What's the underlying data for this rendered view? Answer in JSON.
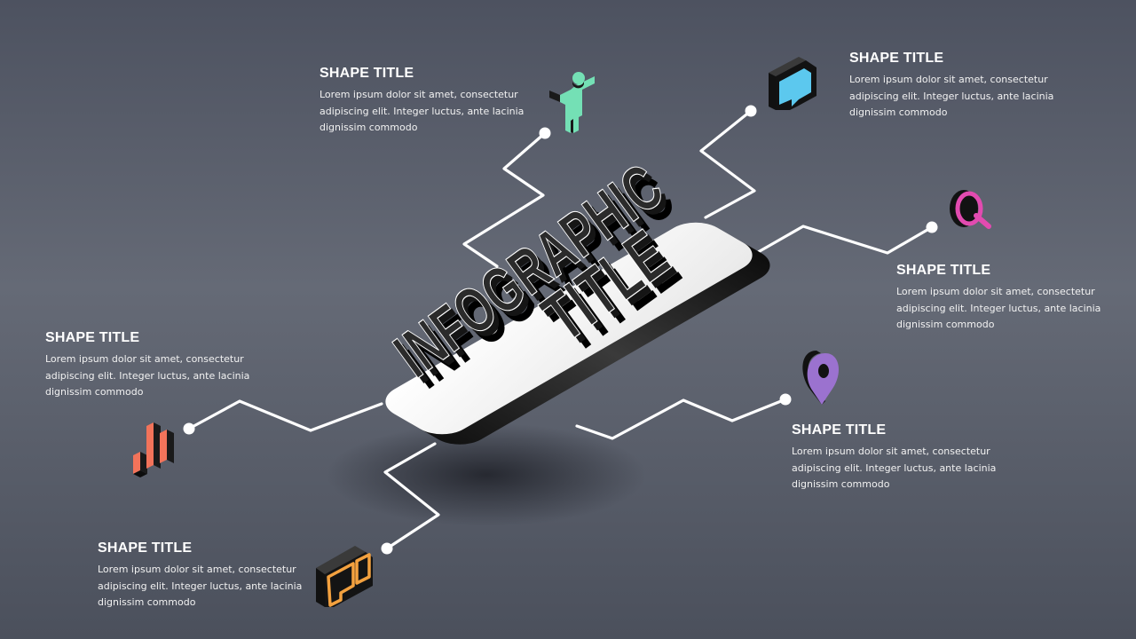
{
  "center_title": {
    "line1": "INFOGRAPHIC",
    "line2": "TITLE"
  },
  "colors": {
    "person": "#74e0b5",
    "chat": "#5cc8ee",
    "search": "#e24bb0",
    "pin": "#9b72cf",
    "chart": "#f2735a",
    "devices": "#f3a13f"
  },
  "icons": [
    "person-icon",
    "chat-icon",
    "search-icon",
    "location-pin-icon",
    "bar-chart-icon",
    "devices-icon"
  ],
  "blocks": [
    {
      "id": "top-left",
      "title": "SHAPE TITLE",
      "body": "Lorem ipsum dolor sit amet, consectetur adipiscing elit. Integer luctus, ante lacinia dignissim commodo"
    },
    {
      "id": "top-right",
      "title": "SHAPE TITLE",
      "body": "Lorem ipsum dolor sit amet, consectetur adipiscing elit. Integer luctus, ante lacinia dignissim commodo"
    },
    {
      "id": "middle-right",
      "title": "SHAPE TITLE",
      "body": "Lorem ipsum dolor sit amet, consectetur adipiscing elit. Integer luctus, ante lacinia dignissim commodo"
    },
    {
      "id": "middle-left",
      "title": "SHAPE TITLE",
      "body": "Lorem ipsum dolor sit amet, consectetur adipiscing elit. Integer luctus, ante lacinia dignissim commodo"
    },
    {
      "id": "bottom-right",
      "title": "SHAPE TITLE",
      "body": "Lorem ipsum dolor sit amet, consectetur adipiscing elit. Integer luctus, ante lacinia dignissim commodo"
    },
    {
      "id": "bottom-left",
      "title": "SHAPE TITLE",
      "body": "Lorem ipsum dolor sit amet, consectetur adipiscing elit. Integer luctus, ante lacinia dignissim commodo"
    }
  ]
}
